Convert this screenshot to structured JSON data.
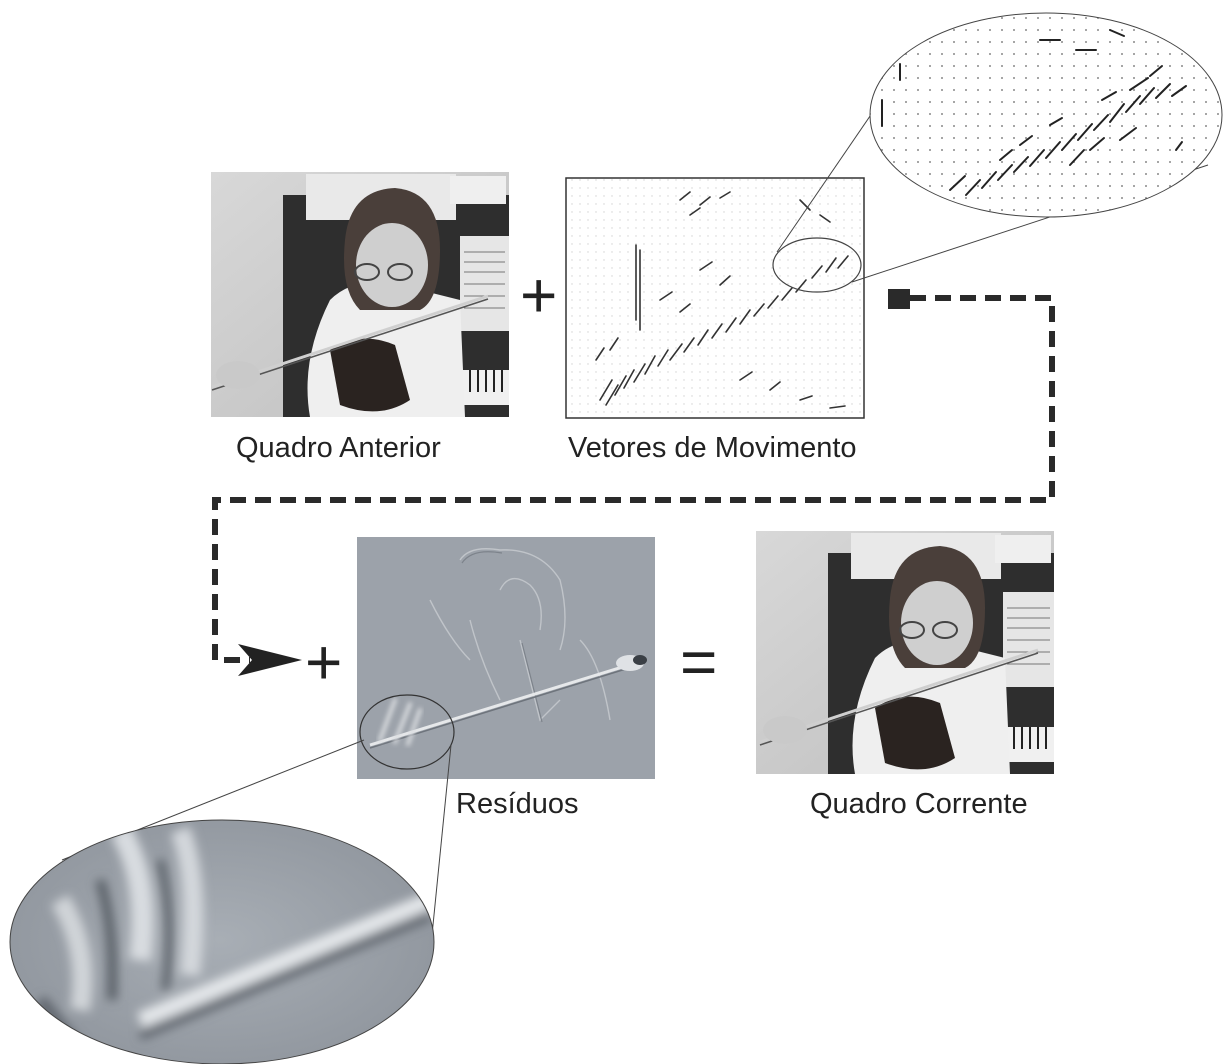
{
  "labels": {
    "previous_frame": "Quadro Anterior",
    "motion_vectors": "Vetores de Movimento",
    "residuals": "Resíduos",
    "current_frame": "Quadro Corrente"
  },
  "operators": {
    "plus_top": "+",
    "plus_bottom": "+",
    "equals": "="
  },
  "colors": {
    "line": "#2a2a2a",
    "residual_gray": "#9aa0a8",
    "photo_dark": "#333333"
  }
}
